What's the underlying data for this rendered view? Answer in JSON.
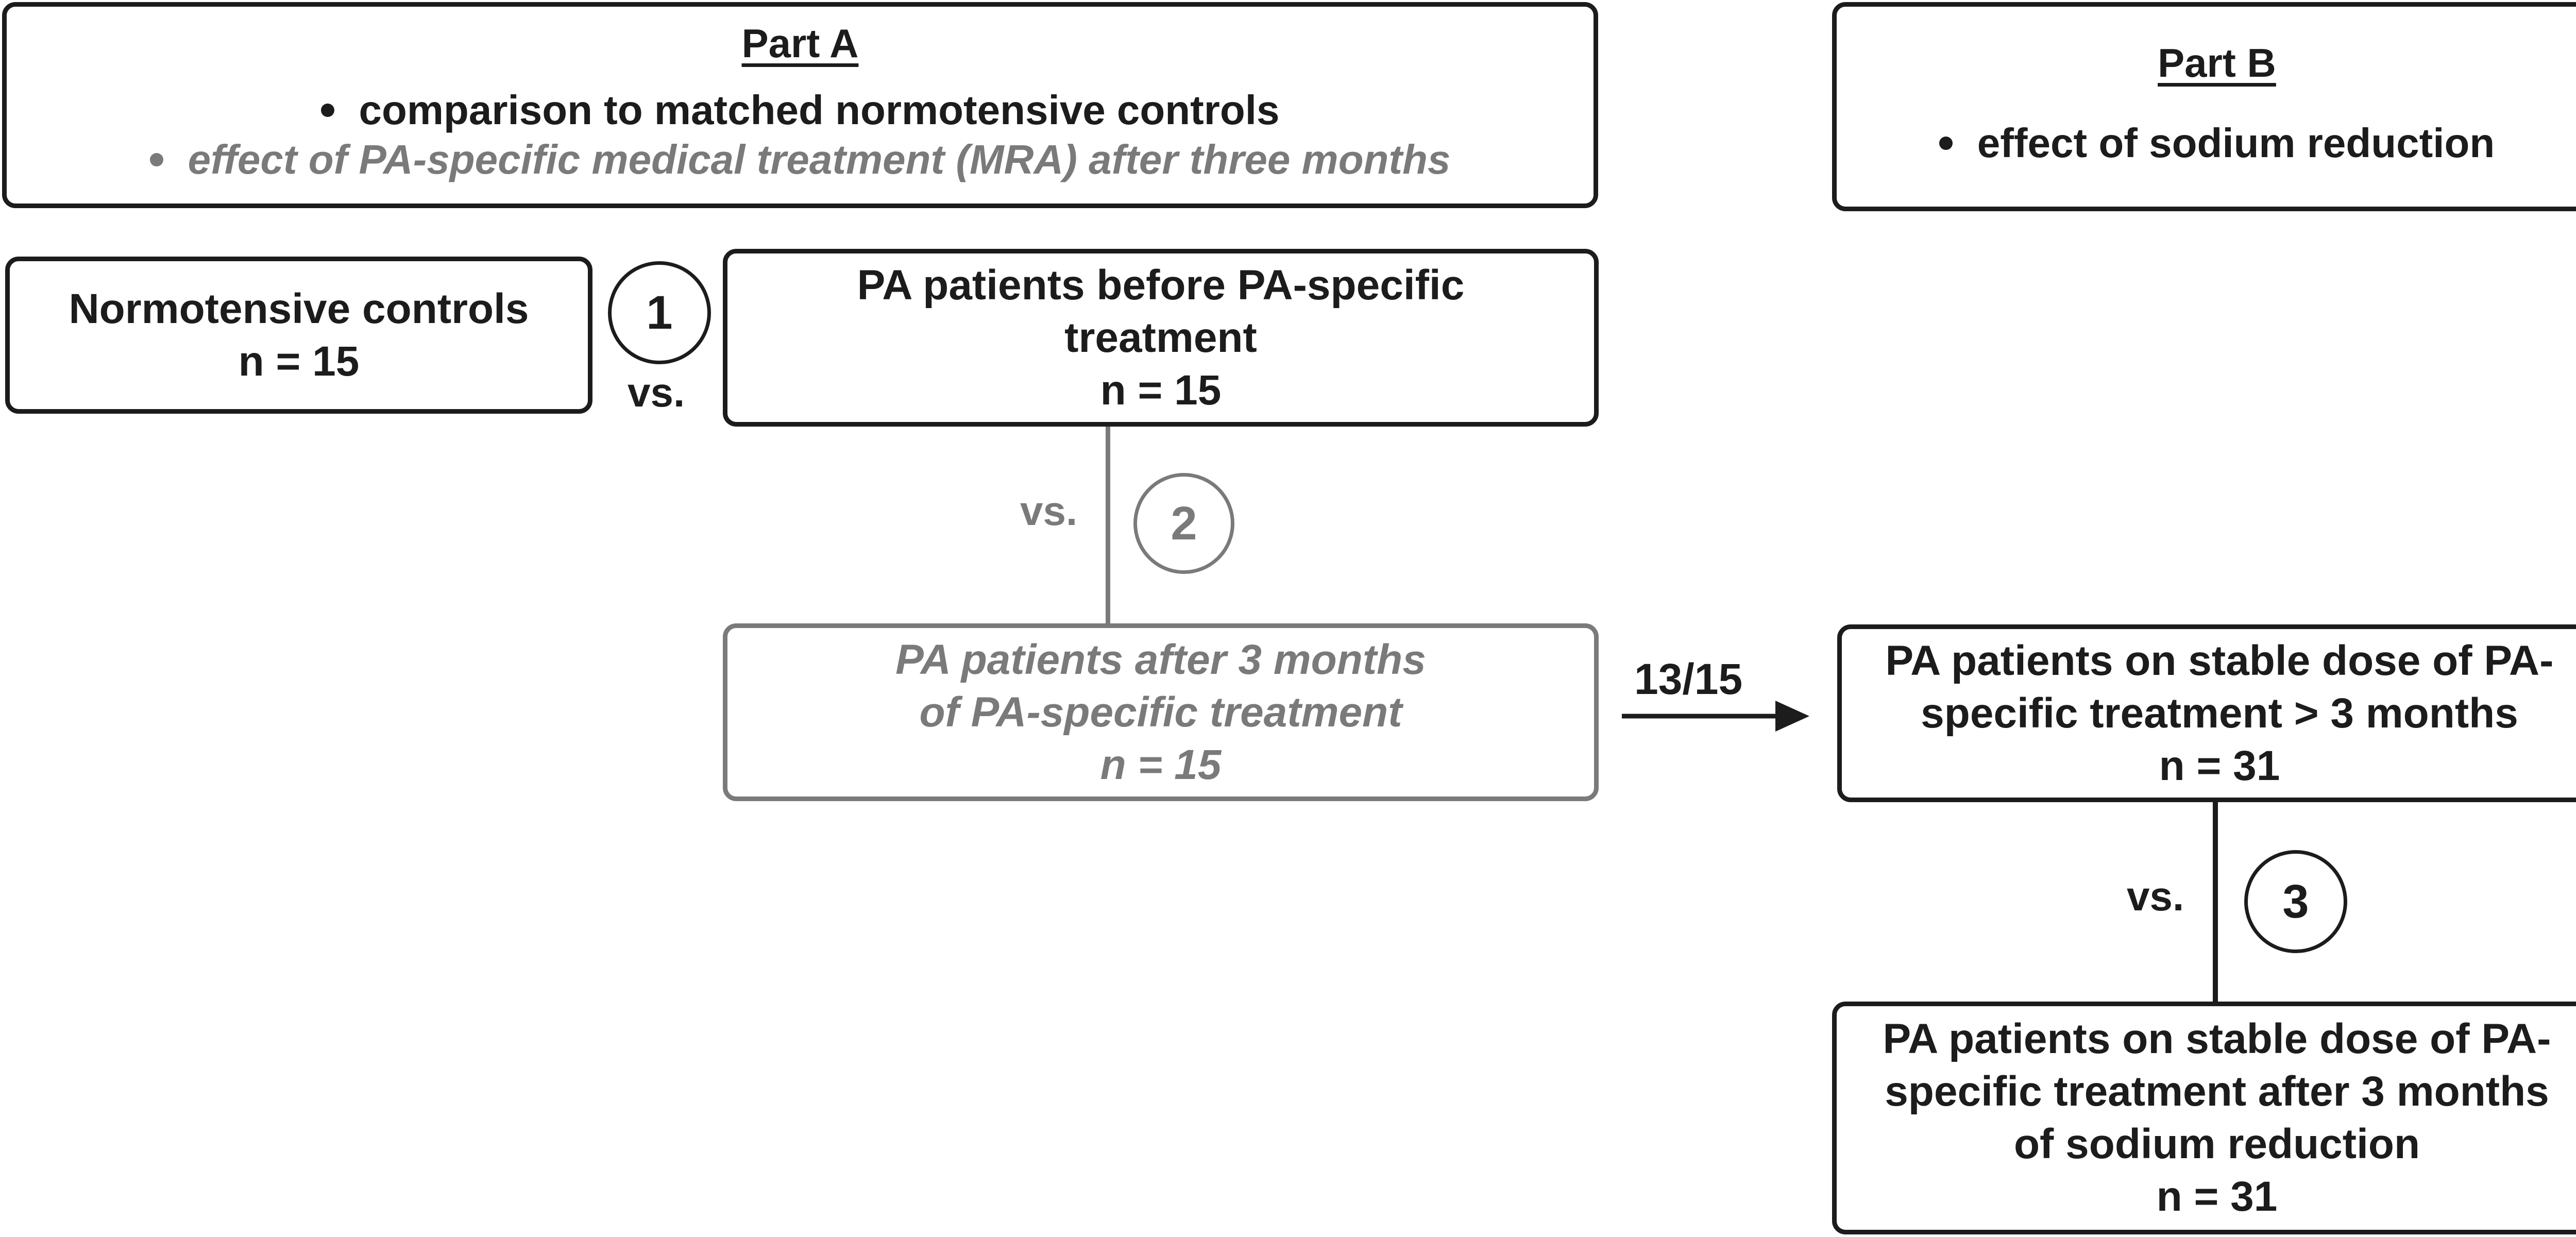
{
  "part_a": {
    "heading": "Part A",
    "bullets": [
      "comparison to matched normotensive controls",
      "effect of PA-specific medical treatment (MRA) after three months"
    ]
  },
  "part_b": {
    "heading": "Part B",
    "bullets": [
      "effect of sodium reduction"
    ]
  },
  "boxes": {
    "controls": {
      "line1": "Normotensive controls",
      "line2": "n = 15"
    },
    "before": {
      "line1": "PA patients before PA-specific",
      "line2": "treatment",
      "line3": "n = 15"
    },
    "after": {
      "line1": "PA patients after 3 months",
      "line2": "of PA-specific treatment",
      "line3": "n = 15"
    },
    "stable": {
      "line1": "PA patients on stable dose of PA-",
      "line2": "specific treatment > 3 months",
      "line3": "n = 31"
    },
    "sodium": {
      "line1": "PA patients on stable dose of PA-",
      "line2": "specific treatment after 3 months",
      "line3": "of sodium reduction",
      "line4": "n = 31"
    }
  },
  "comparisons": [
    {
      "number": "1",
      "label": "vs."
    },
    {
      "number": "2",
      "label": "vs."
    },
    {
      "number": "3",
      "label": "vs."
    }
  ],
  "transfer_label": "13/15",
  "colors": {
    "primary": "#1c1c1c",
    "muted": "#7a7a7a"
  }
}
